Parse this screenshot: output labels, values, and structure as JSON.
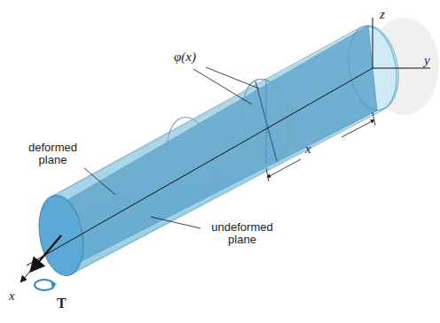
{
  "diagram": {
    "labels": [
      "φ(x)",
      "deformed plane",
      "undeformed plane",
      "x",
      "T",
      "x",
      "y",
      "z"
    ]
  }
}
